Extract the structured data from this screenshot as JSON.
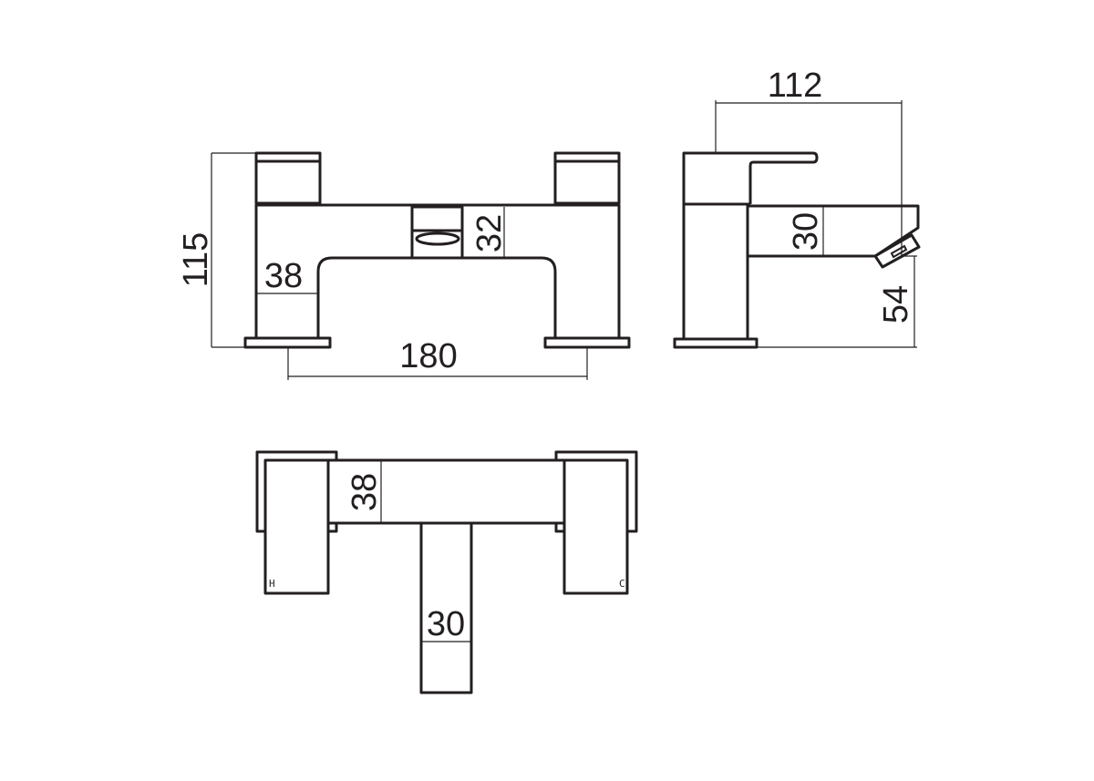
{
  "drawing": {
    "line_color": "#231f20",
    "front_view": {
      "overall_height": "115",
      "body_depth": "38",
      "diverter_height": "32",
      "centres": "180"
    },
    "side_view": {
      "projection": "112",
      "spout_height": "30",
      "spout_clearance": "54"
    },
    "plan_view": {
      "body_width": "38",
      "spout_width": "30",
      "hot_label": "H",
      "cold_label": "C"
    }
  }
}
